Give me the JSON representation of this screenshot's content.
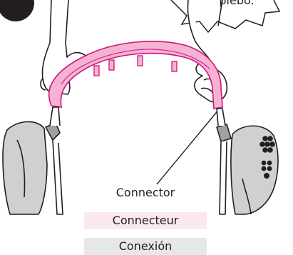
{
  "labels": {
    "en": "Connector",
    "fr": "Connecteur",
    "es": "Conexión"
  },
  "callout": {
    "text": "plebo."
  },
  "colors": {
    "canopy_bar": "#f18fc0",
    "canopy_outline": "#d2127e",
    "label_fr_bg": "#fce8ef",
    "label_es_bg": "#e6e7e8",
    "line": "#231f20"
  }
}
